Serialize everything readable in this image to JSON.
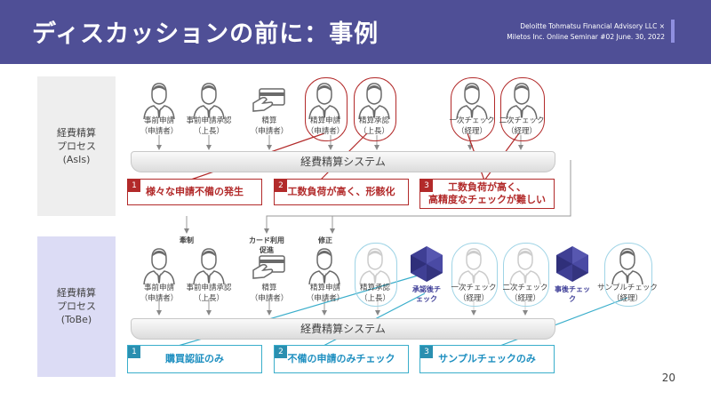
{
  "header": {
    "title": "ディスカッションの前に：事例",
    "credit_line1": "Deloitte Tohmatsu Financial Advisory LLC ×",
    "credit_line2": "Miletos Inc. Online Seminar #02 June. 30, 2022"
  },
  "asis": {
    "label_line1": "経費精算",
    "label_line2": "プロセス",
    "label_line3": "(AsIs)",
    "system": "経費精算システム",
    "actors": [
      {
        "line1": "事前申請",
        "line2": "（申請者）"
      },
      {
        "line1": "事前申請承認",
        "line2": "（上長）"
      },
      {
        "line1": "精算",
        "line2": "（申請者）"
      },
      {
        "line1": "精算申請",
        "line2": "（申請者）"
      },
      {
        "line1": "精算承認",
        "line2": "（上長）"
      },
      {
        "line1": "一次チェック",
        "line2": "（経理）"
      },
      {
        "line1": "二次チェック",
        "line2": "（経理）"
      }
    ],
    "issues": [
      {
        "num": "1",
        "line1": "様々な申請不備の発生",
        "line2": ""
      },
      {
        "num": "2",
        "line1": "工数負荷が高く、形骸化",
        "line2": ""
      },
      {
        "num": "3",
        "line1": "工数負荷が高く、",
        "line2": "高精度なチェックが難しい"
      }
    ]
  },
  "tobe": {
    "label_line1": "経費精算",
    "label_line2": "プロセス",
    "label_line3": "(ToBe)",
    "system": "経費精算システム",
    "annotations": {
      "kensei": "牽制",
      "card_line1": "カード利用",
      "card_line2": "促進",
      "shusei": "修正"
    },
    "actors": [
      {
        "line1": "事前申請",
        "line2": "（申請者）"
      },
      {
        "line1": "事前申請承認",
        "line2": "（上長）"
      },
      {
        "line1": "精算",
        "line2": "（申請者）"
      },
      {
        "line1": "精算申請",
        "line2": "（申請者）"
      },
      {
        "line1": "精算承認",
        "line2": "（上長）"
      },
      {
        "line1": "一次チェック",
        "line2": "（経理）"
      },
      {
        "line1": "二次チェック",
        "line2": "（経理）"
      },
      {
        "line1": "サンプルチェック",
        "line2": "（経理）"
      }
    ],
    "gems": [
      {
        "line1": "承認後チ",
        "line2": "ェック"
      },
      {
        "line1": "事後チェッ",
        "line2": "ク"
      }
    ],
    "solutions": [
      {
        "num": "1",
        "text": "購買認証のみ"
      },
      {
        "num": "2",
        "text": "不備の申請のみチェック"
      },
      {
        "num": "3",
        "text": "サンプルチェックのみ"
      }
    ]
  },
  "page_number": "20",
  "colors": {
    "header": "#4f4f96",
    "red": "#b22a2a",
    "blue": "#3aaecb",
    "gem": "#3c3c96"
  }
}
